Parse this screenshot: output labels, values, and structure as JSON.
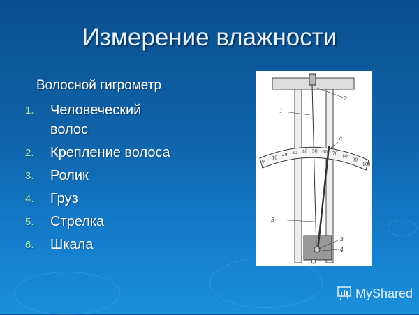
{
  "slide": {
    "title": "Измерение влажности",
    "subtitle": "Волосной гигрометр",
    "items": [
      {
        "number": "1.",
        "label": "Человеческий волос"
      },
      {
        "number": "2.",
        "label": "Крепление волоса"
      },
      {
        "number": "3.",
        "label": "Ролик"
      },
      {
        "number": "4.",
        "label": "Груз"
      },
      {
        "number": "5.",
        "label": "Стрелка"
      },
      {
        "number": "6.",
        "label": "Шкала"
      }
    ]
  },
  "figure": {
    "scale_labels": [
      "0",
      "10",
      "20",
      "30",
      "40",
      "50",
      "60",
      "70",
      "80",
      "90",
      "100"
    ],
    "callouts": [
      "1",
      "2",
      "3",
      "4",
      "5",
      "6"
    ]
  },
  "watermark": {
    "text": "MyShared"
  },
  "colors": {
    "background_top": "#0b4f8e",
    "background_bottom": "#1a8fdc",
    "list_number": "#a8ecaa"
  }
}
